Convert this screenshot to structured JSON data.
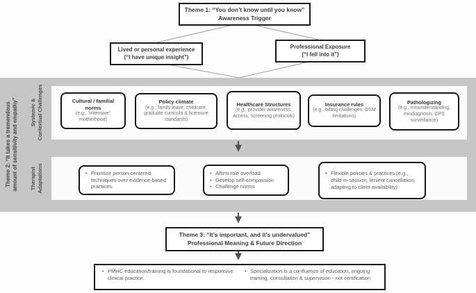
{
  "colors": {
    "background": "#fdfdfd",
    "band_gray": "#c6c6c6",
    "panel_white": "#fcfcfc",
    "box_border": "#1a1a1a",
    "arrow_gray": "#4f4f4f",
    "connector_line": "#a0a0a0"
  },
  "theme1": {
    "line1": "Theme 1: “You don’t know until you know”",
    "line2": "Awareness Trigger"
  },
  "triggers": [
    {
      "line1": "Lived or personal experience",
      "line2": "(“I have unique insight”)"
    },
    {
      "line1": "Professional Exposure",
      "line2": "(“I fell into it”)"
    }
  ],
  "theme2": {
    "label_line1": "Theme 2: “It takes a tremendous",
    "label_line2": "amount of sensitivity and empathy”"
  },
  "systemic": {
    "label_line1": "Systemic &",
    "label_line2": "Contextual Challenges",
    "boxes": [
      {
        "title": "Cultural / familial norms",
        "detail": "(e.g., “intensive” motherhood)"
      },
      {
        "title": "Policy climate",
        "detail": "(e.g., family leave, childcare, graduate curricula & licensure standards)"
      },
      {
        "title": "Healthcare Structures",
        "detail": "(e.g., provider awareness, access, screening protocols)"
      },
      {
        "title": "Insurance rules",
        "detail": "(e.g., billing challenges; DSM limitations)"
      },
      {
        "title": "Pathologizing",
        "detail": "(e.g., misunderstanding, misdiagnosis, CPS surveillance)"
      }
    ]
  },
  "adaptations": {
    "label_line1": "Therapist",
    "label_line2": "Adaptations",
    "boxes": [
      {
        "bullets": [
          "Prioritize person-centered techniques over evidence-based practices."
        ]
      },
      {
        "bullets": [
          "Affirm role overload",
          "Develop self-compassion",
          "Challenge norms"
        ]
      },
      {
        "bullets": [
          "Flexible policies & practices (e.g., child-in-session, lenient cancellation, adapting to client availability)"
        ]
      }
    ]
  },
  "theme3": {
    "line1": "Theme 3: “It’s important, and it’s undervalued”",
    "line2": "Professional Meaning & Future Direction"
  },
  "outcomes": {
    "bullets": [
      "PMHC education/training is foundational to responsive clinical practice.",
      "Specialization is a confluence of education, ongoing training, consultation & supervision - not certification"
    ]
  }
}
